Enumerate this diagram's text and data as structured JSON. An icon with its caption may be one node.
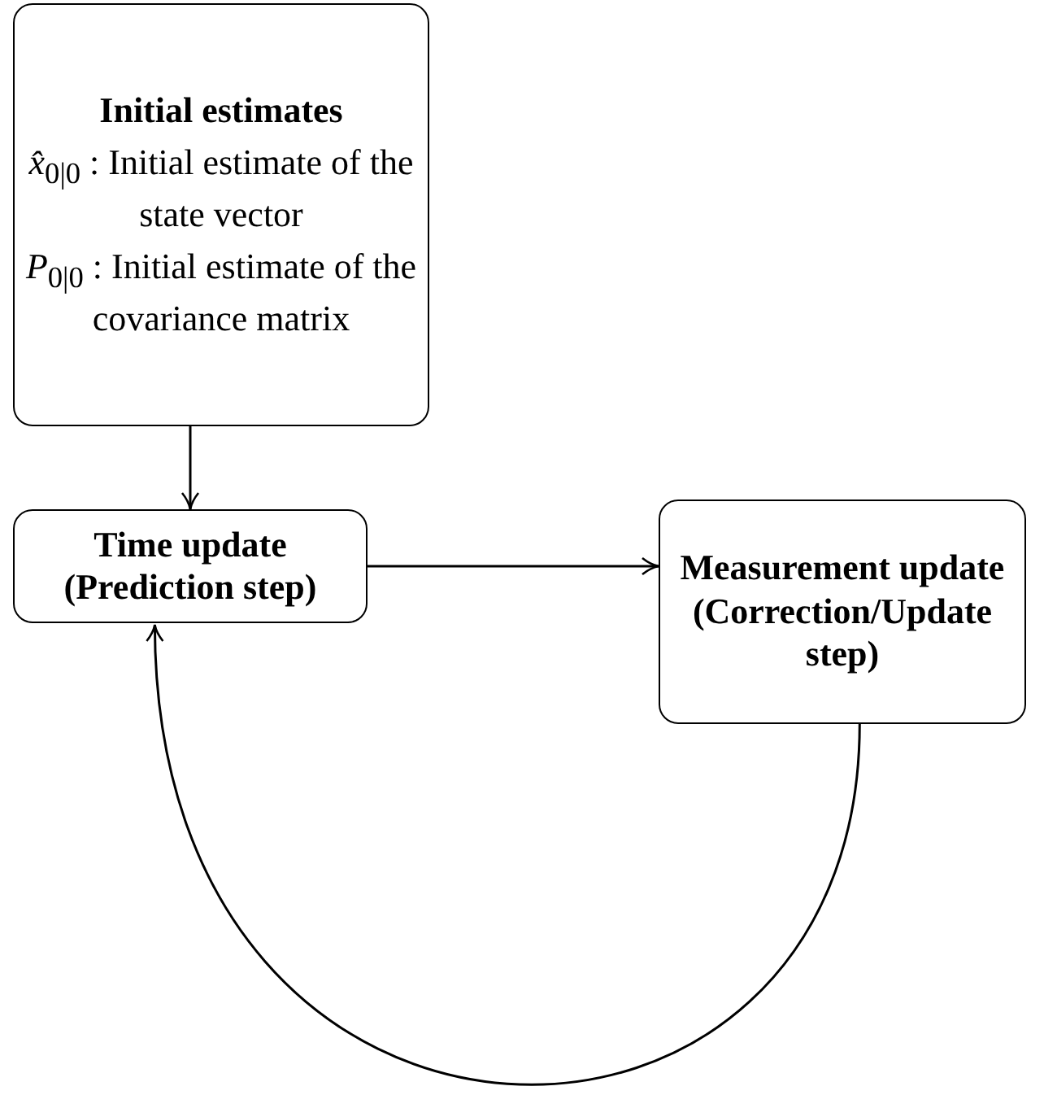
{
  "diagram": {
    "nodes": [
      {
        "text": [
          "Initial estimates",
          "*x̂*$_{0|0}$ : Initial estimate of the state vector",
          "*P*$_{0|0}$ : Initial estimate of the covariance matrix"
        ]
      },
      {
        "text": [
          "Time update (Prediction step)"
        ]
      },
      {
        "text": [
          "Measurement update (Correction/Update step)"
        ]
      }
    ],
    "edges": [
      {
        "from": 0,
        "to": 1,
        "arrow": "to"
      },
      {
        "from": 1,
        "to": 2,
        "arrow": "to"
      },
      {
        "from": 2,
        "to": 1,
        "arrow": "to"
      }
    ]
  }
}
